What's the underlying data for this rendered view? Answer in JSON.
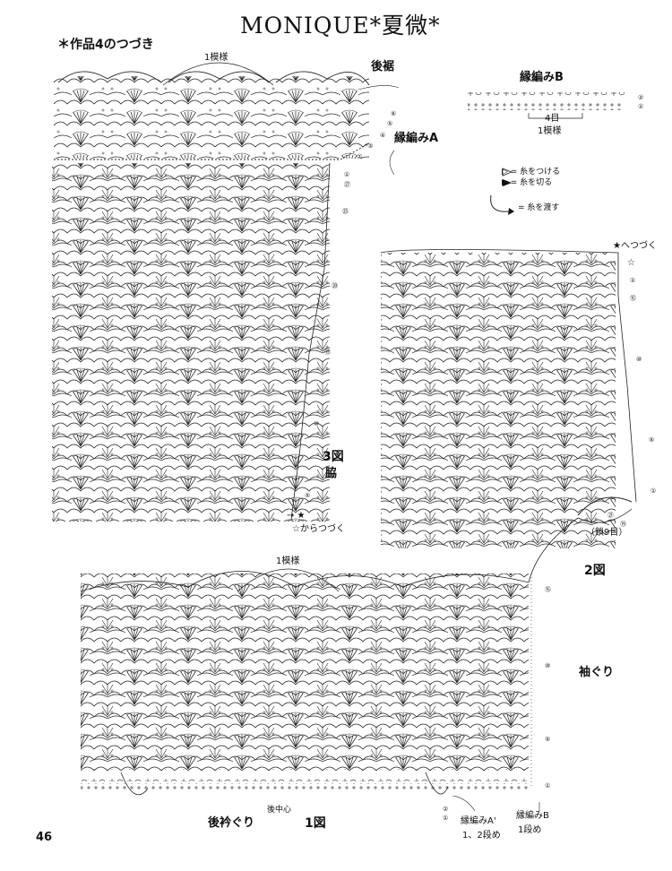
{
  "header": {
    "title": "MONIQUE*夏微*",
    "continuation": "＊作品4のつづき"
  },
  "labels": {
    "one_repeat_top": "1模様",
    "back_hem": "後裾",
    "edge_a": "縁編みA",
    "edge_b": "縁編みB",
    "edge_b_repeat_count": "4目",
    "edge_b_repeat": "1模様",
    "legend_attach": "▷ = 糸をつける",
    "legend_cut": "▶ = 糸を切る",
    "legend_carry": "= 糸を渡す",
    "fig3": "3図",
    "fig3_sub": "脇",
    "fig3_cont": "☆からつづく",
    "fig2_star": "★へつづく",
    "fig2_star_hollow": "☆",
    "fig2": "2図",
    "chain9": "（鎖9目）",
    "armhole": "袖ぐり",
    "one_repeat_fig1": "1模様",
    "back_center": "後中心",
    "back_neckline": "後衿ぐり",
    "fig1": "1図",
    "edge_a_prime": "縁編みA'",
    "edge_a_prime_rows": "1、2段め",
    "edge_b_bottom": "縁編みB",
    "edge_b_bottom_row": "1段め",
    "page_number": "46"
  },
  "row_markers": {
    "hem": [
      "⑥",
      "⑤",
      "④",
      "③",
      "②",
      "①"
    ],
    "fig3": [
      "㉗",
      "㉕",
      "⑳",
      "⑮",
      "⑩",
      "⑤"
    ],
    "fig2": [
      "①",
      "⑮",
      "⑩",
      "⑤",
      "①",
      "㉑",
      "⑲"
    ],
    "fig1": [
      "⑮",
      "⑩",
      "⑤",
      "①"
    ],
    "edge_b": [
      "②",
      "①"
    ],
    "fig1_bottom": [
      "②",
      "①"
    ]
  },
  "icons": {
    "attach": "hollow-triangle-icon",
    "cut": "filled-triangle-icon",
    "carry": "curved-arrow-icon",
    "star": "filled-star-icon"
  },
  "colors": {
    "ink": "#111111",
    "paper": "#ffffff"
  }
}
